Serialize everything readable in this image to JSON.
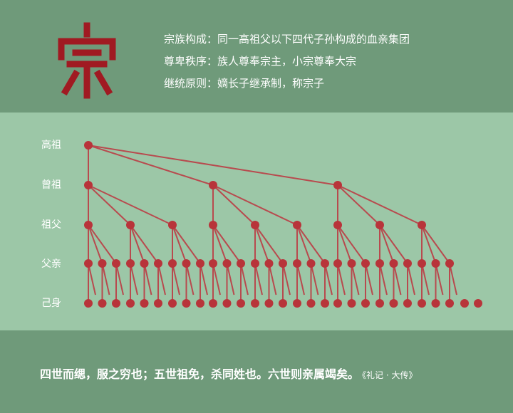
{
  "header": {
    "logo_char": "宗",
    "lines": [
      "宗族构成：同一高祖父以下四代子孙构成的血亲集团",
      "尊卑秩序：族人尊奉宗主，小宗尊奉大宗",
      "继统原则：嫡长子继承制，称宗子"
    ]
  },
  "tree": {
    "generations": [
      "高祖",
      "曾祖",
      "祖父",
      "父亲",
      "己身"
    ],
    "node_color": "#b8343a",
    "line_color": "#b84a4e"
  },
  "footer": {
    "quote": "四世而缌，服之穷也；五世祖免，杀同姓也。六世则亲属竭矣。",
    "source": "《礼记 · 大传》"
  }
}
